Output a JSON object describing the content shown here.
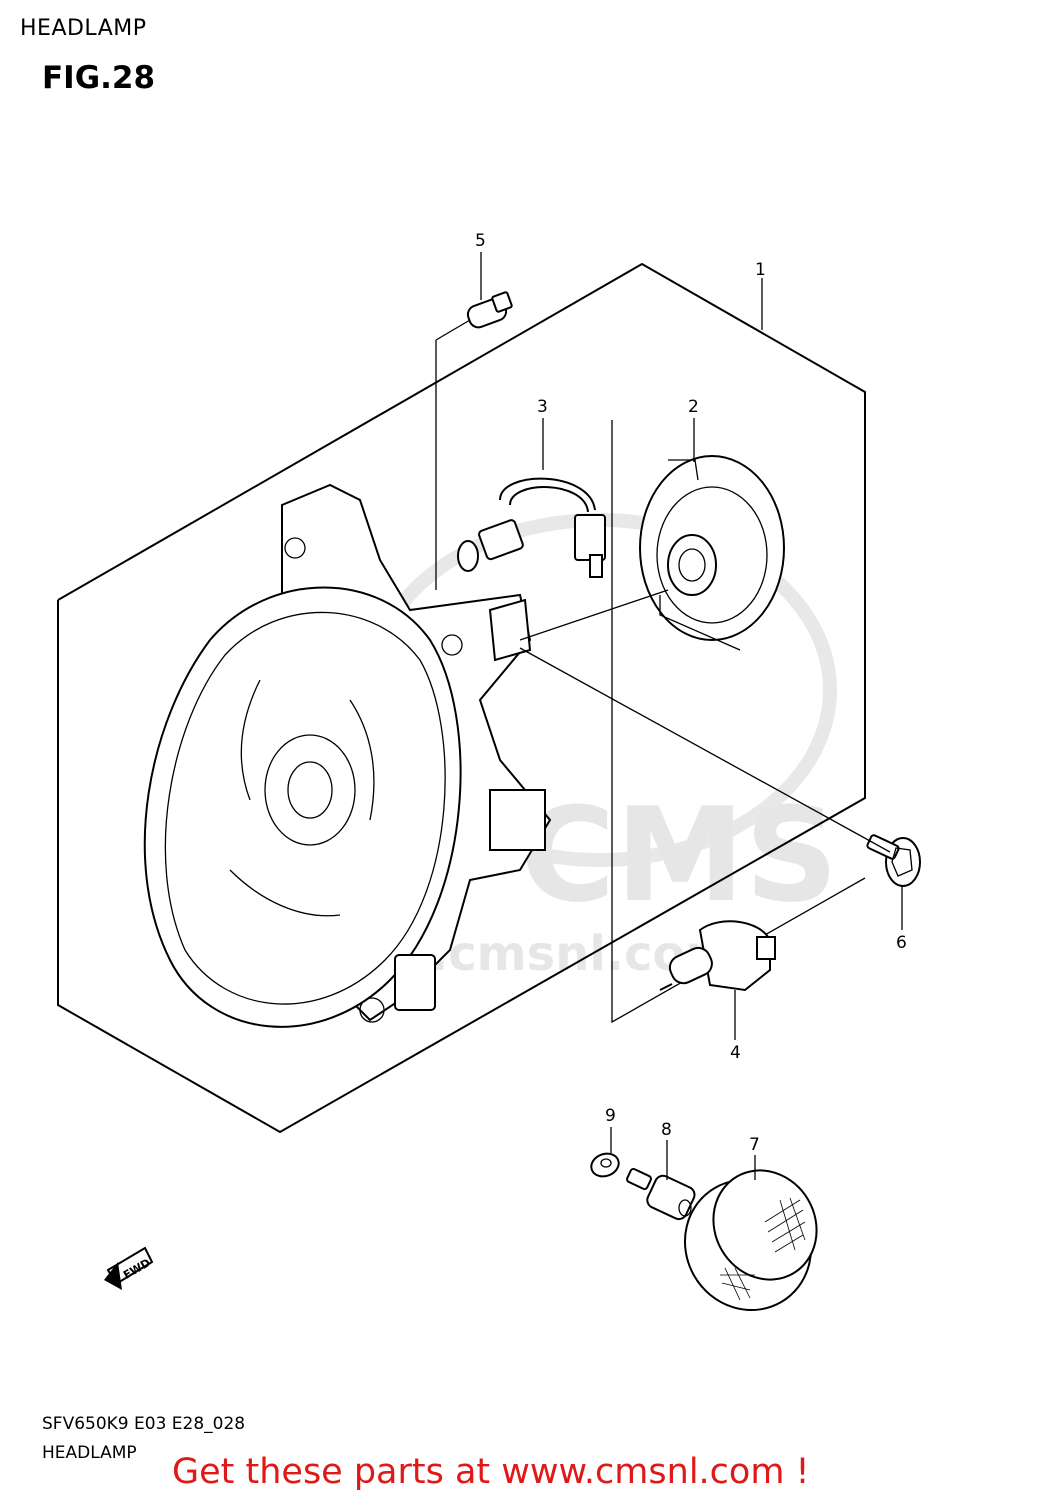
{
  "header": {
    "title": "HEADLAMP"
  },
  "figure": {
    "label": "FIG.28"
  },
  "watermark": {
    "brand": "CMS",
    "url": "www.cmsnl.com"
  },
  "callouts": [
    {
      "id": "1",
      "label": "1"
    },
    {
      "id": "2",
      "label": "2"
    },
    {
      "id": "3",
      "label": "3"
    },
    {
      "id": "4",
      "label": "4"
    },
    {
      "id": "5",
      "label": "5"
    },
    {
      "id": "6",
      "label": "6"
    },
    {
      "id": "7",
      "label": "7"
    },
    {
      "id": "8",
      "label": "8"
    },
    {
      "id": "9",
      "label": "9"
    }
  ],
  "direction_marker": {
    "label": "FWD"
  },
  "footer": {
    "code": "SFV650K9 E03 E28_028",
    "name": "HEADLAMP",
    "promo": "Get these parts at www.cmsnl.com !",
    "promo_color": "#e01818"
  }
}
